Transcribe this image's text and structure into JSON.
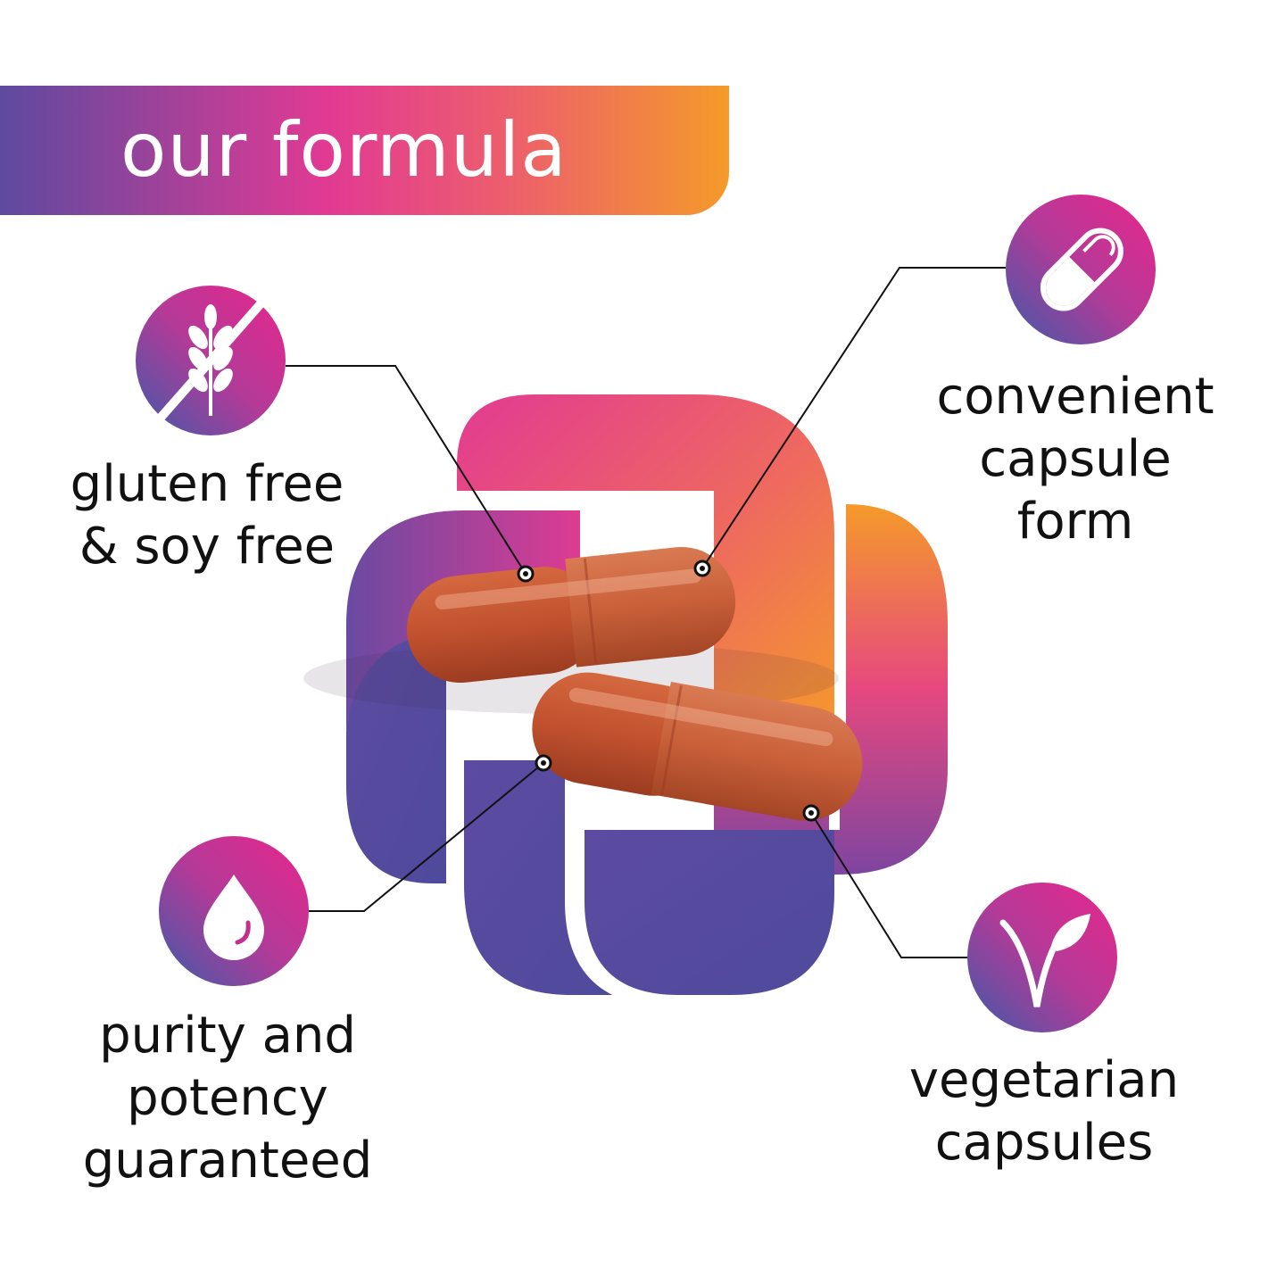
{
  "banner": {
    "title": "our formula"
  },
  "features": {
    "gluten": {
      "lines": [
        "gluten free",
        "& soy free"
      ],
      "icon": "wheat-crossed-icon"
    },
    "capsule": {
      "lines": [
        "convenient",
        "capsule",
        "form"
      ],
      "icon": "capsule-icon"
    },
    "purity": {
      "lines": [
        "purity and",
        "potency",
        "guaranteed"
      ],
      "icon": "drop-icon"
    },
    "vegetarian": {
      "lines": [
        "vegetarian",
        "capsules"
      ],
      "icon": "leaf-v-icon"
    }
  },
  "colors": {
    "purple": "#5d4aa0",
    "pink": "#e23a93",
    "orange": "#f59a2a",
    "capsule": "#c4552e"
  }
}
